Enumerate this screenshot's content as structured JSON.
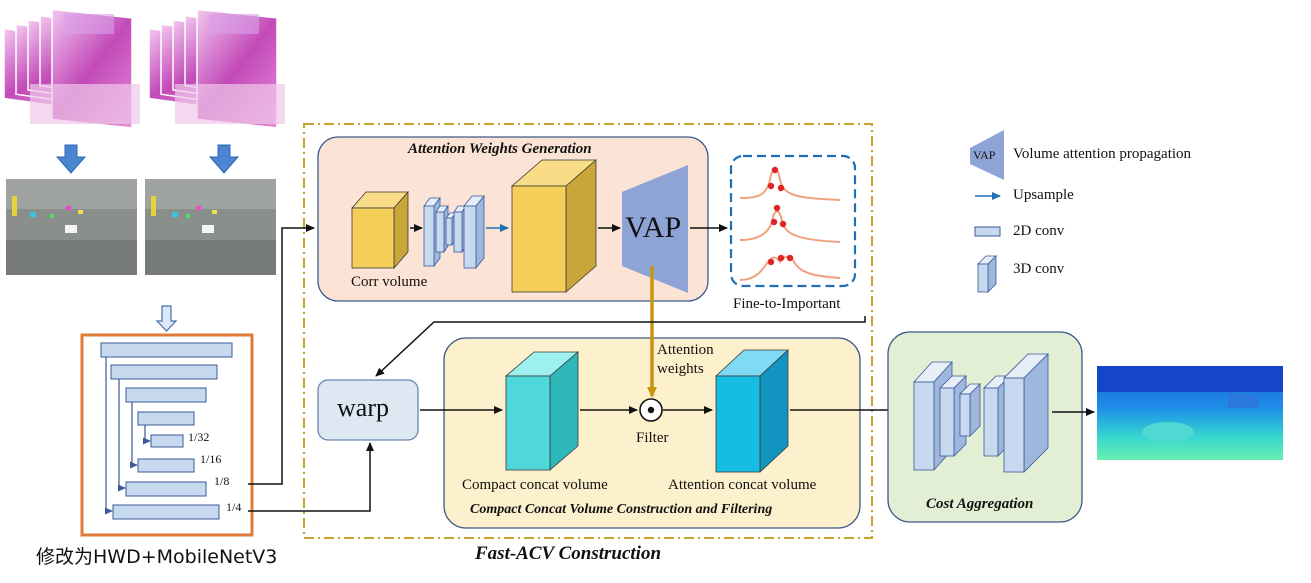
{
  "fast_acv": {
    "title": "Fast-ACV Construction"
  },
  "attention_weights": {
    "title": "Attention Weights Generation",
    "corr_label": "Corr volume",
    "vap_label": "VAP",
    "fine_label": "Fine-to-Important"
  },
  "compact": {
    "title": "Compact Concat Volume Construction and Filtering",
    "compact_label": "Compact concat volume",
    "attention_label": "Attention concat volume",
    "filter_label": "Filter",
    "attention_weights_label_1": "Attention",
    "attention_weights_label_2": "weights"
  },
  "warp": {
    "label": "warp"
  },
  "cost_aggregation": {
    "title": "Cost Aggregation"
  },
  "legend": {
    "vap_tag": "VAP",
    "vap_desc": "Volume attention propagation",
    "upsample": "Upsample",
    "conv2d": "2D conv",
    "conv3d": "3D conv"
  },
  "backbone": {
    "fractions": [
      "1/32",
      "1/16",
      "1/8",
      "1/4"
    ],
    "note": "修改为HWD+MobileNetV3"
  },
  "colors": {
    "frame": "#c8a22c",
    "attention_bg": "#fbe3d6",
    "compact_bg": "#fdf0cc",
    "cost_bg": "#e3efd5",
    "panel_border": "#3d5a8a",
    "backbone_border": "#e07b39",
    "vap": "#8ea4d6",
    "yellow_cube": "#f5cf5a",
    "teal_cube": "#4fd7d9",
    "cyan_cube": "#16bde3",
    "conv_blue": "#c6d9ee",
    "dashed_box": "#1f6fb6",
    "filter_line": "#c8960c"
  }
}
